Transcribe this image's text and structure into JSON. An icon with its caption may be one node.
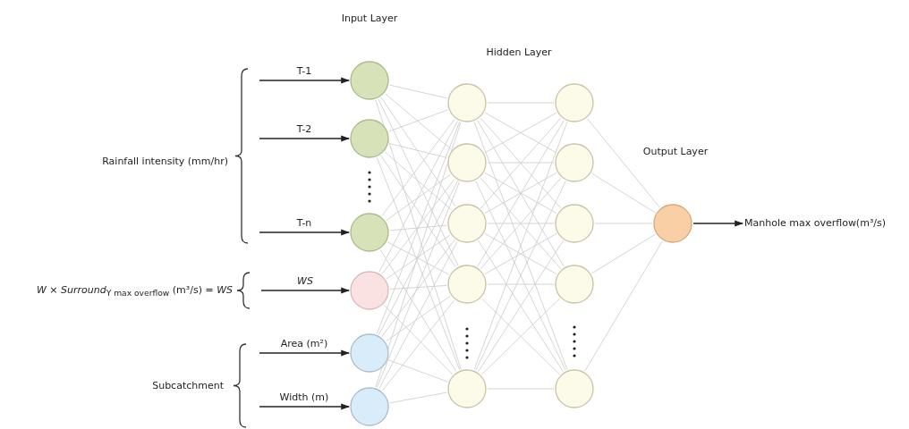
{
  "diagram": {
    "nodes": [
      {
        "text": [],
        "shape": "circle"
      },
      {
        "text": [],
        "shape": "circle"
      },
      {
        "text": [],
        "shape": "circle"
      },
      {
        "text": [],
        "shape": "circle"
      },
      {
        "text": [],
        "shape": "circle"
      },
      {
        "text": [],
        "shape": "circle"
      },
      {
        "text": [],
        "shape": "circle"
      },
      {
        "text": [],
        "shape": "circle"
      },
      {
        "text": [],
        "shape": "circle"
      },
      {
        "text": [],
        "shape": "circle"
      },
      {
        "text": [],
        "shape": "circle"
      },
      {
        "text": [],
        "shape": "circle"
      },
      {
        "text": [],
        "shape": "circle"
      },
      {
        "text": [],
        "shape": "circle"
      },
      {
        "text": [],
        "shape": "circle"
      },
      {
        "text": [],
        "shape": "circle"
      },
      {
        "text": [],
        "shape": "circle"
      },
      {
        "text": [
          "Manhole max overflow(m³/s)"
        ]
      }
    ],
    "edges": [
      {
        "from": null,
        "to": 0,
        "arrow": "to",
        "label": "T-1",
        "color": "#222222"
      },
      {
        "from": null,
        "to": 1,
        "arrow": "to",
        "label": "T-2",
        "color": "#222222"
      },
      {
        "from": null,
        "to": 2,
        "arrow": "to",
        "label": "T-n",
        "color": "#222222"
      },
      {
        "from": null,
        "to": 3,
        "arrow": "to",
        "label": "WS",
        "color": "#222222"
      },
      {
        "from": null,
        "to": 4,
        "arrow": "to",
        "label": "Area (m²)",
        "color": "#222222"
      },
      {
        "from": null,
        "to": 5,
        "arrow": "to",
        "label": "Width (m)",
        "color": "#222222"
      },
      {
        "from": 0,
        "to": 6,
        "arrow": "none"
      },
      {
        "from": 0,
        "to": 7,
        "arrow": "none"
      },
      {
        "from": 0,
        "to": 8,
        "arrow": "none"
      },
      {
        "from": 0,
        "to": 9,
        "arrow": "none"
      },
      {
        "from": 0,
        "to": 10,
        "arrow": "none"
      },
      {
        "from": 1,
        "to": 6,
        "arrow": "none"
      },
      {
        "from": 1,
        "to": 7,
        "arrow": "none"
      },
      {
        "from": 1,
        "to": 8,
        "arrow": "none"
      },
      {
        "from": 1,
        "to": 9,
        "arrow": "none"
      },
      {
        "from": 1,
        "to": 10,
        "arrow": "none"
      },
      {
        "from": 2,
        "to": 6,
        "arrow": "none"
      },
      {
        "from": 2,
        "to": 7,
        "arrow": "none"
      },
      {
        "from": 2,
        "to": 8,
        "arrow": "none"
      },
      {
        "from": 2,
        "to": 9,
        "arrow": "none"
      },
      {
        "from": 2,
        "to": 10,
        "arrow": "none"
      },
      {
        "from": 3,
        "to": 6,
        "arrow": "none"
      },
      {
        "from": 3,
        "to": 7,
        "arrow": "none"
      },
      {
        "from": 3,
        "to": 8,
        "arrow": "none"
      },
      {
        "from": 3,
        "to": 9,
        "arrow": "none"
      },
      {
        "from": 3,
        "to": 10,
        "arrow": "none"
      },
      {
        "from": 4,
        "to": 6,
        "arrow": "none"
      },
      {
        "from": 4,
        "to": 7,
        "arrow": "none"
      },
      {
        "from": 4,
        "to": 8,
        "arrow": "none"
      },
      {
        "from": 4,
        "to": 9,
        "arrow": "none"
      },
      {
        "from": 4,
        "to": 10,
        "arrow": "none"
      },
      {
        "from": 5,
        "to": 6,
        "arrow": "none"
      },
      {
        "from": 5,
        "to": 7,
        "arrow": "none"
      },
      {
        "from": 5,
        "to": 8,
        "arrow": "none"
      },
      {
        "from": 5,
        "to": 9,
        "arrow": "none"
      },
      {
        "from": 5,
        "to": 10,
        "arrow": "none"
      },
      {
        "from": 6,
        "to": 11,
        "arrow": "none"
      },
      {
        "from": 6,
        "to": 12,
        "arrow": "none"
      },
      {
        "from": 6,
        "to": 13,
        "arrow": "none"
      },
      {
        "from": 6,
        "to": 14,
        "arrow": "none"
      },
      {
        "from": 6,
        "to": 15,
        "arrow": "none"
      },
      {
        "from": 7,
        "to": 11,
        "arrow": "none"
      },
      {
        "from": 7,
        "to": 12,
        "arrow": "none"
      },
      {
        "from": 7,
        "to": 13,
        "arrow": "none"
      },
      {
        "from": 7,
        "to": 14,
        "arrow": "none"
      },
      {
        "from": 7,
        "to": 15,
        "arrow": "none"
      },
      {
        "from": 8,
        "to": 11,
        "arrow": "none"
      },
      {
        "from": 8,
        "to": 12,
        "arrow": "none"
      },
      {
        "from": 8,
        "to": 13,
        "arrow": "none"
      },
      {
        "from": 8,
        "to": 14,
        "arrow": "none"
      },
      {
        "from": 8,
        "to": 15,
        "arrow": "none"
      },
      {
        "from": 9,
        "to": 11,
        "arrow": "none"
      },
      {
        "from": 9,
        "to": 12,
        "arrow": "none"
      },
      {
        "from": 9,
        "to": 13,
        "arrow": "none"
      },
      {
        "from": 9,
        "to": 14,
        "arrow": "none"
      },
      {
        "from": 9,
        "to": 15,
        "arrow": "none"
      },
      {
        "from": 10,
        "to": 11,
        "arrow": "none"
      },
      {
        "from": 10,
        "to": 12,
        "arrow": "none"
      },
      {
        "from": 10,
        "to": 13,
        "arrow": "none"
      },
      {
        "from": 10,
        "to": 14,
        "arrow": "none"
      },
      {
        "from": 10,
        "to": 15,
        "arrow": "none"
      },
      {
        "from": 11,
        "to": 16,
        "arrow": "none"
      },
      {
        "from": 12,
        "to": 16,
        "arrow": "none"
      },
      {
        "from": 13,
        "to": 16,
        "arrow": "none"
      },
      {
        "from": 14,
        "to": 16,
        "arrow": "none"
      },
      {
        "from": 15,
        "to": 16,
        "arrow": "none"
      },
      {
        "from": 16,
        "to": 17,
        "arrow": "to",
        "color": "#222222"
      }
    ],
    "labels": [
      "Input Layer",
      "Hidden Layer",
      "Output Layer",
      "Rainfall intensity (mm/hr)",
      "*W* × *Surround*$_{Y max overflow}$ (m³/s) = *WS*",
      "Subcatchment"
    ]
  }
}
